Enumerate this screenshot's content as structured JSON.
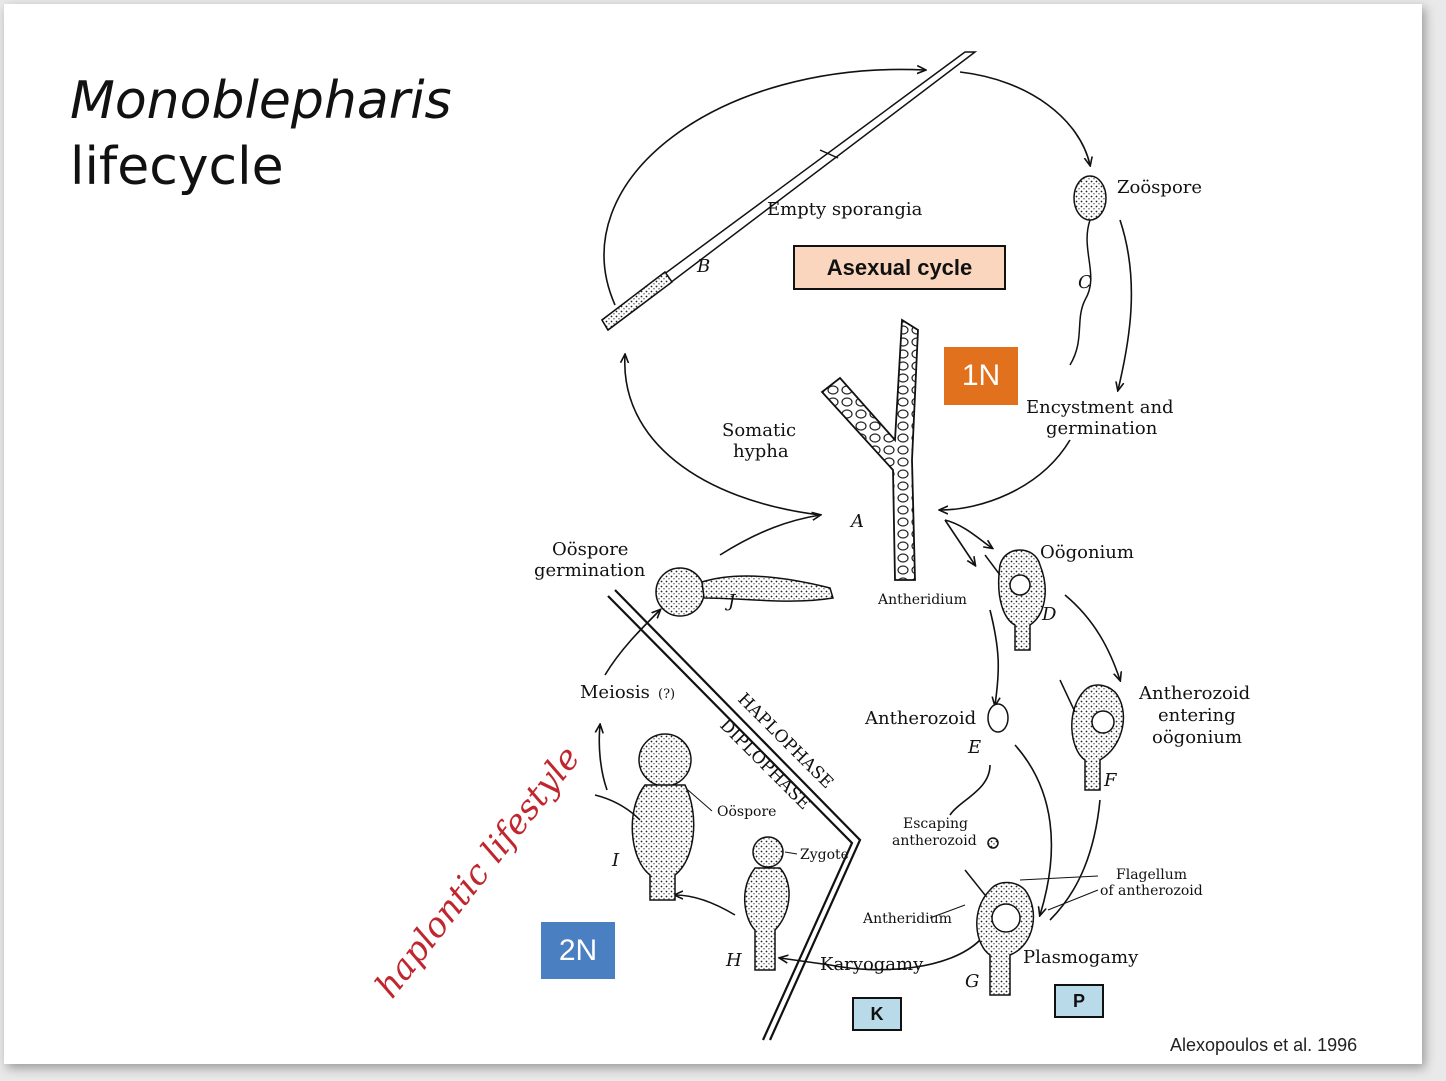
{
  "title": {
    "line1": "Monoblepharis",
    "line2": "lifecycle"
  },
  "labels": {
    "empty_sporangia": "Empty sporangia",
    "zoospore": "Zoöspore",
    "c": "C",
    "b": "B",
    "a": "A",
    "encystment1": "Encystment and",
    "encystment2": "germination",
    "somatic1": "Somatic",
    "somatic2": "hypha",
    "oogonium": "Oögonium",
    "antheridium_top": "Antheridium",
    "d": "D",
    "oospore_germ1": "Oöspore",
    "oospore_germ2": "germination",
    "j": "J",
    "meiosis": "Meiosis",
    "meiosis_q": "(?)",
    "haplophase": "HAPLOPHASE",
    "diplophase": "DIPLOPHASE",
    "antherozoid": "Antherozoid",
    "e": "E",
    "antherozoid_entering1": "Antherozoid",
    "antherozoid_entering2": "entering",
    "antherozoid_entering3": "oögonium",
    "f": "F",
    "oospore": "Oöspore",
    "i": "I",
    "zygote": "Zygote",
    "escaping1": "Escaping",
    "escaping2": "antherozoid",
    "flagellum1": "Flagellum",
    "flagellum2": "of antherozoid",
    "antheridium_bottom": "Antheridium",
    "h": "H",
    "karyogamy": "Karyogamy",
    "g": "G",
    "plasmogamy": "Plasmogamy",
    "handwritten": "haplontic lifestyle"
  },
  "boxes": {
    "asexual": "Asexual cycle",
    "n1": "1N",
    "n2": "2N",
    "k": "K",
    "p": "P"
  },
  "citation": "Alexopoulos et al. 1996",
  "colors": {
    "asexual_fill": "#f9d6bd",
    "n1_fill": "#e2711d",
    "n2_fill": "#4a7fc1",
    "kp_fill": "#b9dbe9",
    "handwriting": "#c0262d"
  }
}
